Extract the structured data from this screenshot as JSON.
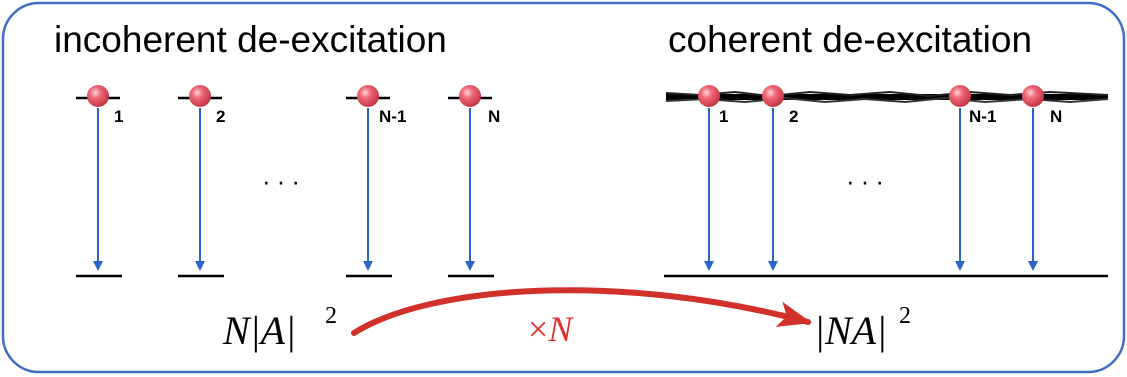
{
  "panels": {
    "incoherent": {
      "title": "incoherent de-excitation",
      "atom_labels": [
        "1",
        "2",
        "N-1",
        "N"
      ],
      "ellipsis": "···",
      "intensity": {
        "base": "N|A|",
        "exponent": "2"
      }
    },
    "coherent": {
      "title": "coherent de-excitation",
      "atom_labels": [
        "1",
        "2",
        "N-1",
        "N"
      ],
      "ellipsis": "···",
      "intensity": {
        "base": "|NA|",
        "exponent": "2"
      }
    }
  },
  "enhancement": {
    "times": "×",
    "symbol": "N"
  },
  "colors": {
    "frame": "#3f6fc4",
    "transition_arrow": "#2c63c6",
    "atom": "#e65464",
    "enhancement_arrow": "#d2302a",
    "enhancement_text": "#e0312f",
    "level": "#000000"
  }
}
